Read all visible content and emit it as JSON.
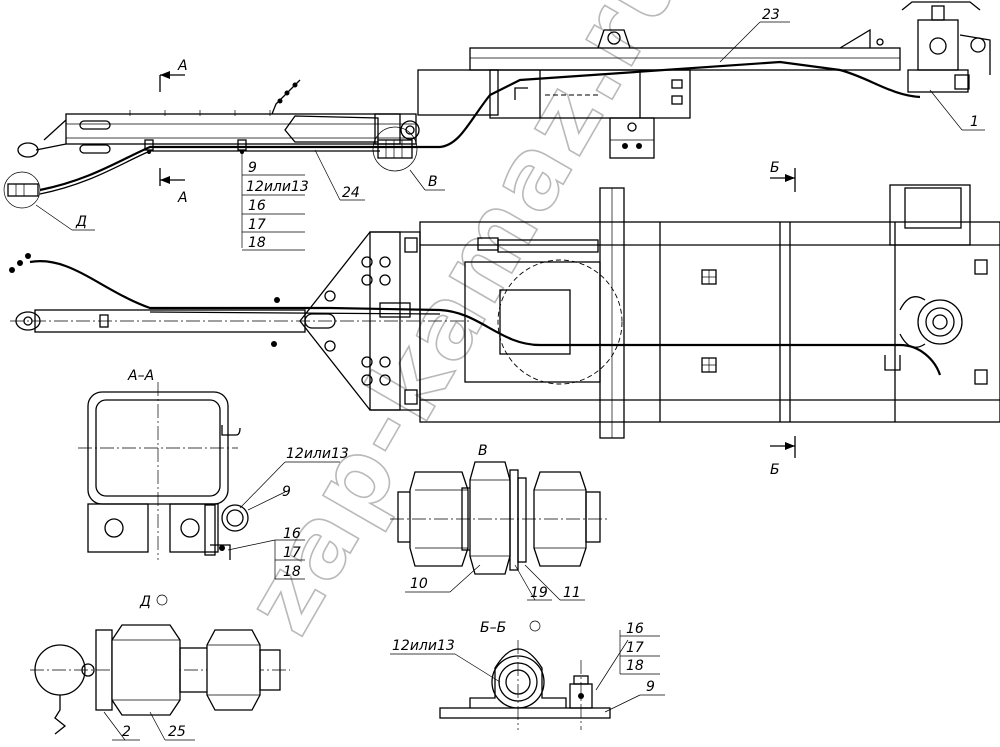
{
  "watermark": "zap-kamaz.ru",
  "section_marks": {
    "a_top": "А",
    "a_bottom": "А",
    "b_top": "Б",
    "b_bottom": "Б"
  },
  "view_titles": {
    "section_aa": "А–А",
    "view_v": "В",
    "view_d": "Д",
    "section_bb": "Б–Б"
  },
  "leader_callouts": {
    "v_top": "В",
    "d_top": "Д",
    "p23": "23",
    "p1": "1",
    "p24": "24",
    "stack_top": [
      "9",
      "12или13",
      "16",
      "17",
      "18"
    ],
    "aa_12or13": "12или13",
    "aa_9": "9",
    "aa_stack": [
      "16",
      "17",
      "18"
    ],
    "v_10": "10",
    "v_19": "19",
    "v_11": "11",
    "d_2": "2",
    "d_25": "25",
    "bb_12or13": "12или13",
    "bb_stack": [
      "16",
      "17",
      "18"
    ],
    "bb_9": "9"
  }
}
